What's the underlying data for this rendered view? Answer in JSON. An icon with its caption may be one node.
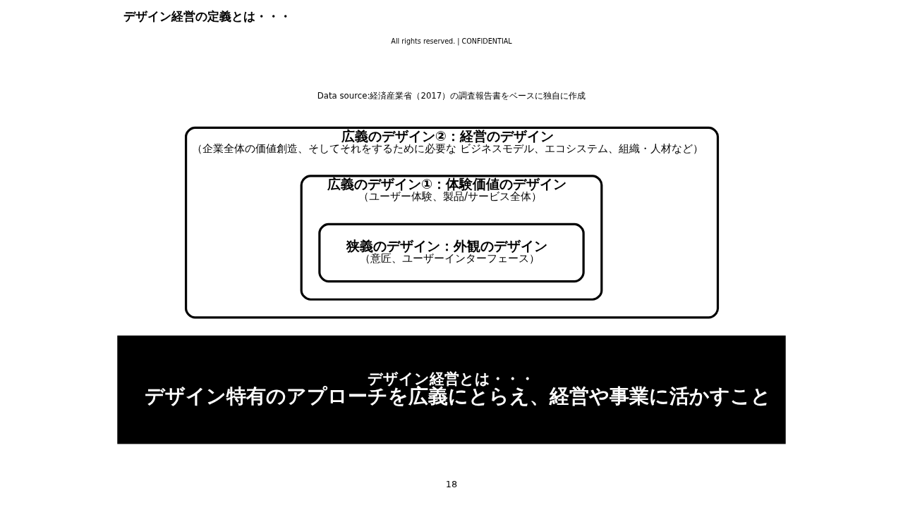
{
  "diagram": {
    "title": "デザイン経営の定義とは・・・",
    "nodes": [
      {
        "text": [
          "デザイン経営とは・・・",
          "デザイン特有のアプローチを広義にとらえ、経営や事業に活かすこと"
        ]
      },
      {
        "text": [
          "広義のデザイン②：経営のデザイン",
          "（企業全体の価値創造、そしてそれをするために必要な ビジネスモデル、エコシステム、組織・人材など）"
        ]
      },
      {
        "text": [
          "広義のデザイン①：体験価値のデザイン",
          "（ユーザー体験、製品/サービス全体）"
        ],
        "in": 1
      },
      {
        "text": [
          "狭義のデザイン：外観のデザイン",
          "（意匠、ユーザーインターフェース）"
        ],
        "in": 2
      }
    ],
    "edges": [],
    "labels": [
      "18",
      "Data source:経済産業省（2017）の調査報告書をベースに独自に作成",
      "All rights reserved. | CONFIDENTIAL"
    ]
  }
}
